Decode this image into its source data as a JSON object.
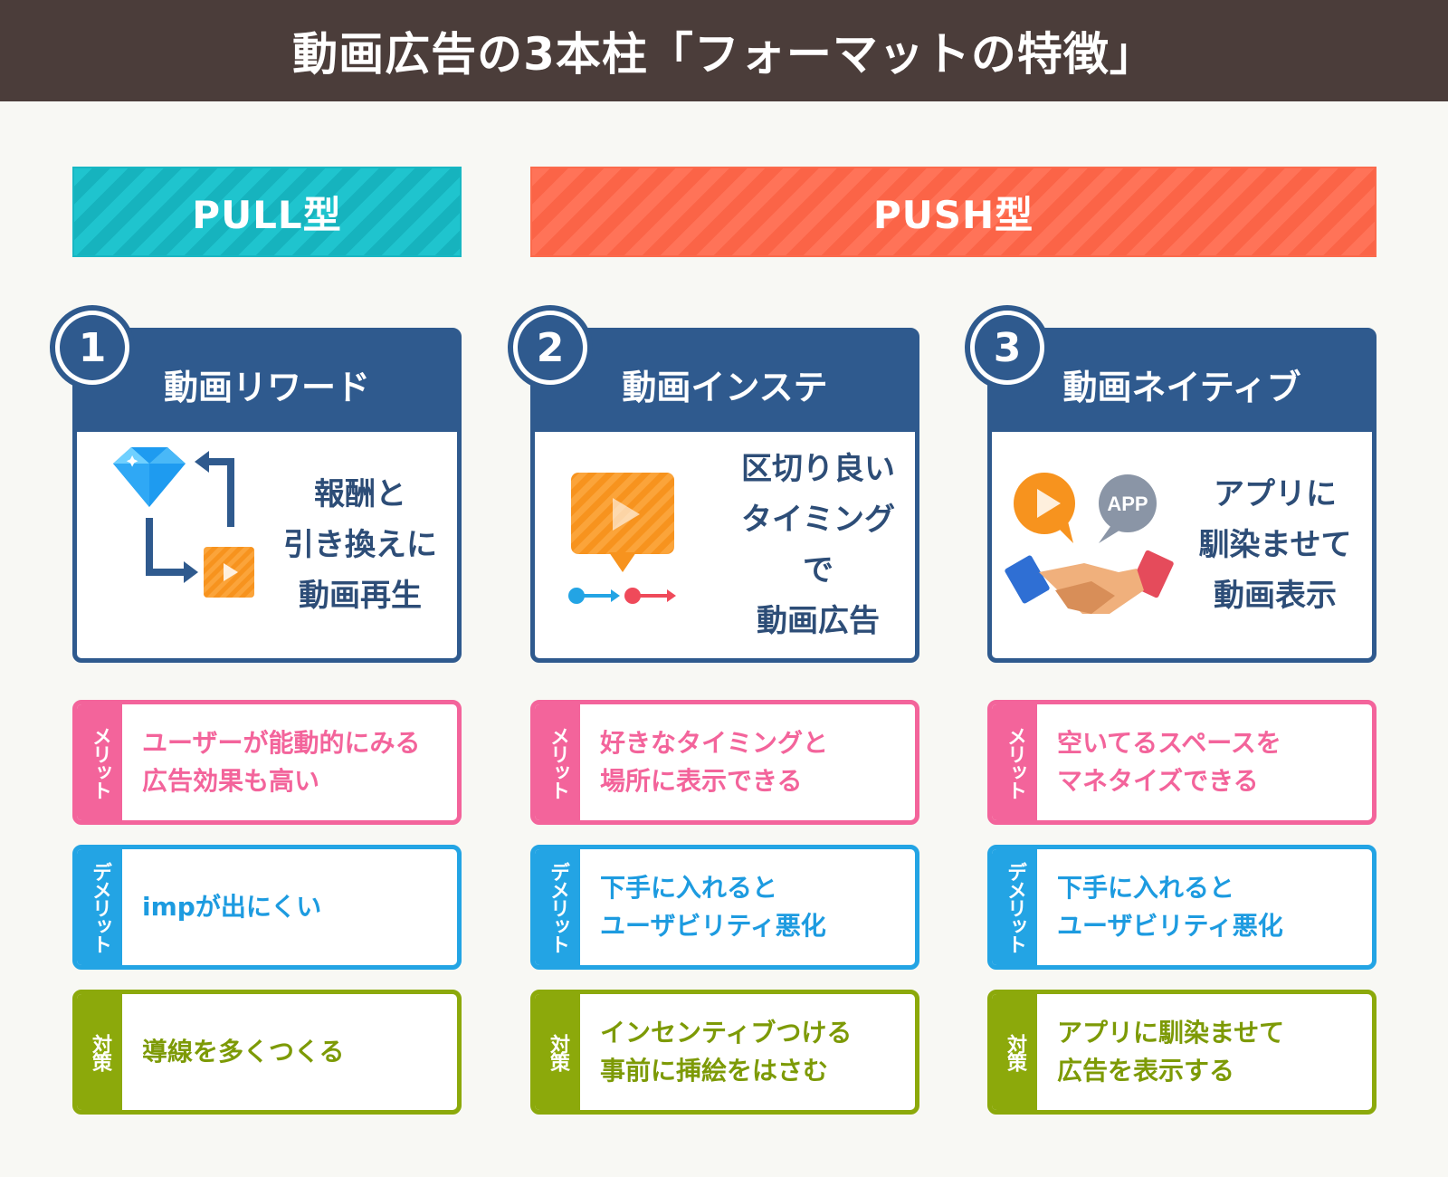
{
  "title": "動画広告の3本柱「フォーマットの特徴」",
  "banners": {
    "pull": "PULL型",
    "push": "PUSH型"
  },
  "columns": [
    {
      "number": "1",
      "name": "動画リワード",
      "description": [
        "報酬と",
        "引き換えに",
        "動画再生"
      ],
      "icon": "diamond-reward-video-icon",
      "merit_tag": "メリット",
      "merit": [
        "ユーザーが能動的にみる",
        "広告効果も高い"
      ],
      "demerit_tag": "デメリット",
      "demerit": [
        "impが出にくい"
      ],
      "measure_tag": "対策",
      "measure": [
        "導線を多くつくる"
      ]
    },
    {
      "number": "2",
      "name": "動画インステ",
      "description": [
        "区切り良い",
        "タイミングで",
        "動画広告"
      ],
      "icon": "video-speech-bubble-icon",
      "merit_tag": "メリット",
      "merit": [
        "好きなタイミングと",
        "場所に表示できる"
      ],
      "demerit_tag": "デメリット",
      "demerit": [
        "下手に入れると",
        "ユーザビリティ悪化"
      ],
      "measure_tag": "対策",
      "measure": [
        "インセンティブつける",
        "事前に挿絵をはさむ"
      ]
    },
    {
      "number": "3",
      "name": "動画ネイティブ",
      "description": [
        "アプリに",
        "馴染ませて",
        "動画表示"
      ],
      "icon": "handshake-app-icon",
      "app_label": "APP",
      "merit_tag": "メリット",
      "merit": [
        "空いてるスペースを",
        "マネタイズできる"
      ],
      "demerit_tag": "デメリット",
      "demerit": [
        "下手に入れると",
        "ユーザビリティ悪化"
      ],
      "measure_tag": "対策",
      "measure": [
        "アプリに馴染ませて",
        "広告を表示する"
      ]
    }
  ],
  "colors": {
    "header_bg": "#4b3d3a",
    "pull": "#1fc4ce",
    "push": "#ff7358",
    "card": "#2f5a8e",
    "merit": "#f3649b",
    "demerit": "#23a4e4",
    "measure": "#8ca90b",
    "accent_orange": "#f7931e"
  }
}
